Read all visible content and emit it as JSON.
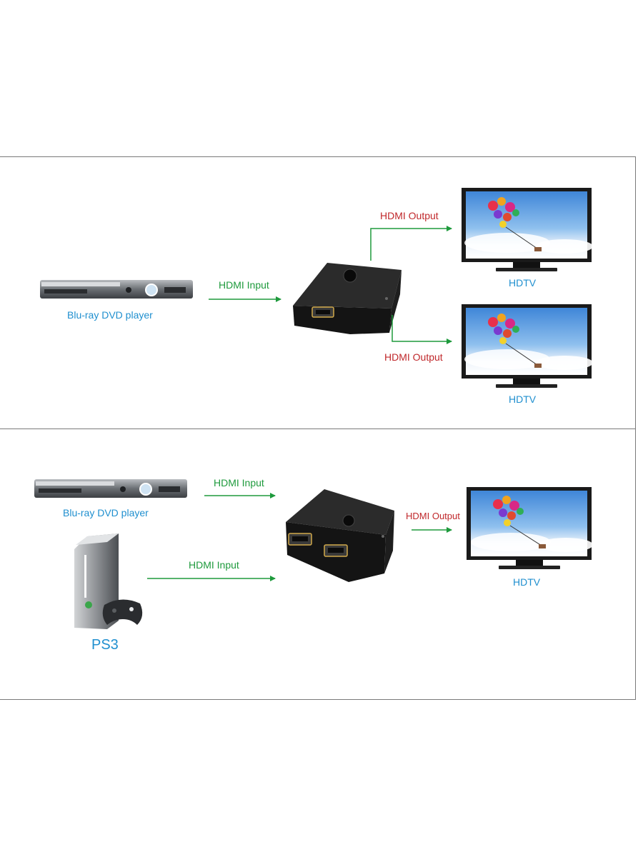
{
  "top": {
    "source_label": "Blu-ray DVD player",
    "input_label": "HDMI Input",
    "output_top_label": "HDMI Output",
    "output_bottom_label": "HDMI Output",
    "tv_top_label": "HDTV",
    "tv_bottom_label": "HDTV"
  },
  "bottom": {
    "source1_label": "Blu-ray DVD player",
    "source2_label": "PS3",
    "input1_label": "HDMI Input",
    "input2_label": "HDMI Input",
    "output_label": "HDMI Output",
    "tv_label": "HDTV"
  },
  "colors": {
    "arrow": "#1e9a3c",
    "input_text": "#1e9a3c",
    "output_text": "#c0282b",
    "device_text": "#1f8fcf",
    "border": "#7a7a7a"
  },
  "icons": [
    "blu-ray-player-icon",
    "hdmi-switch-icon",
    "hdtv-icon",
    "game-console-icon",
    "controller-icon",
    "arrow-icon"
  ]
}
